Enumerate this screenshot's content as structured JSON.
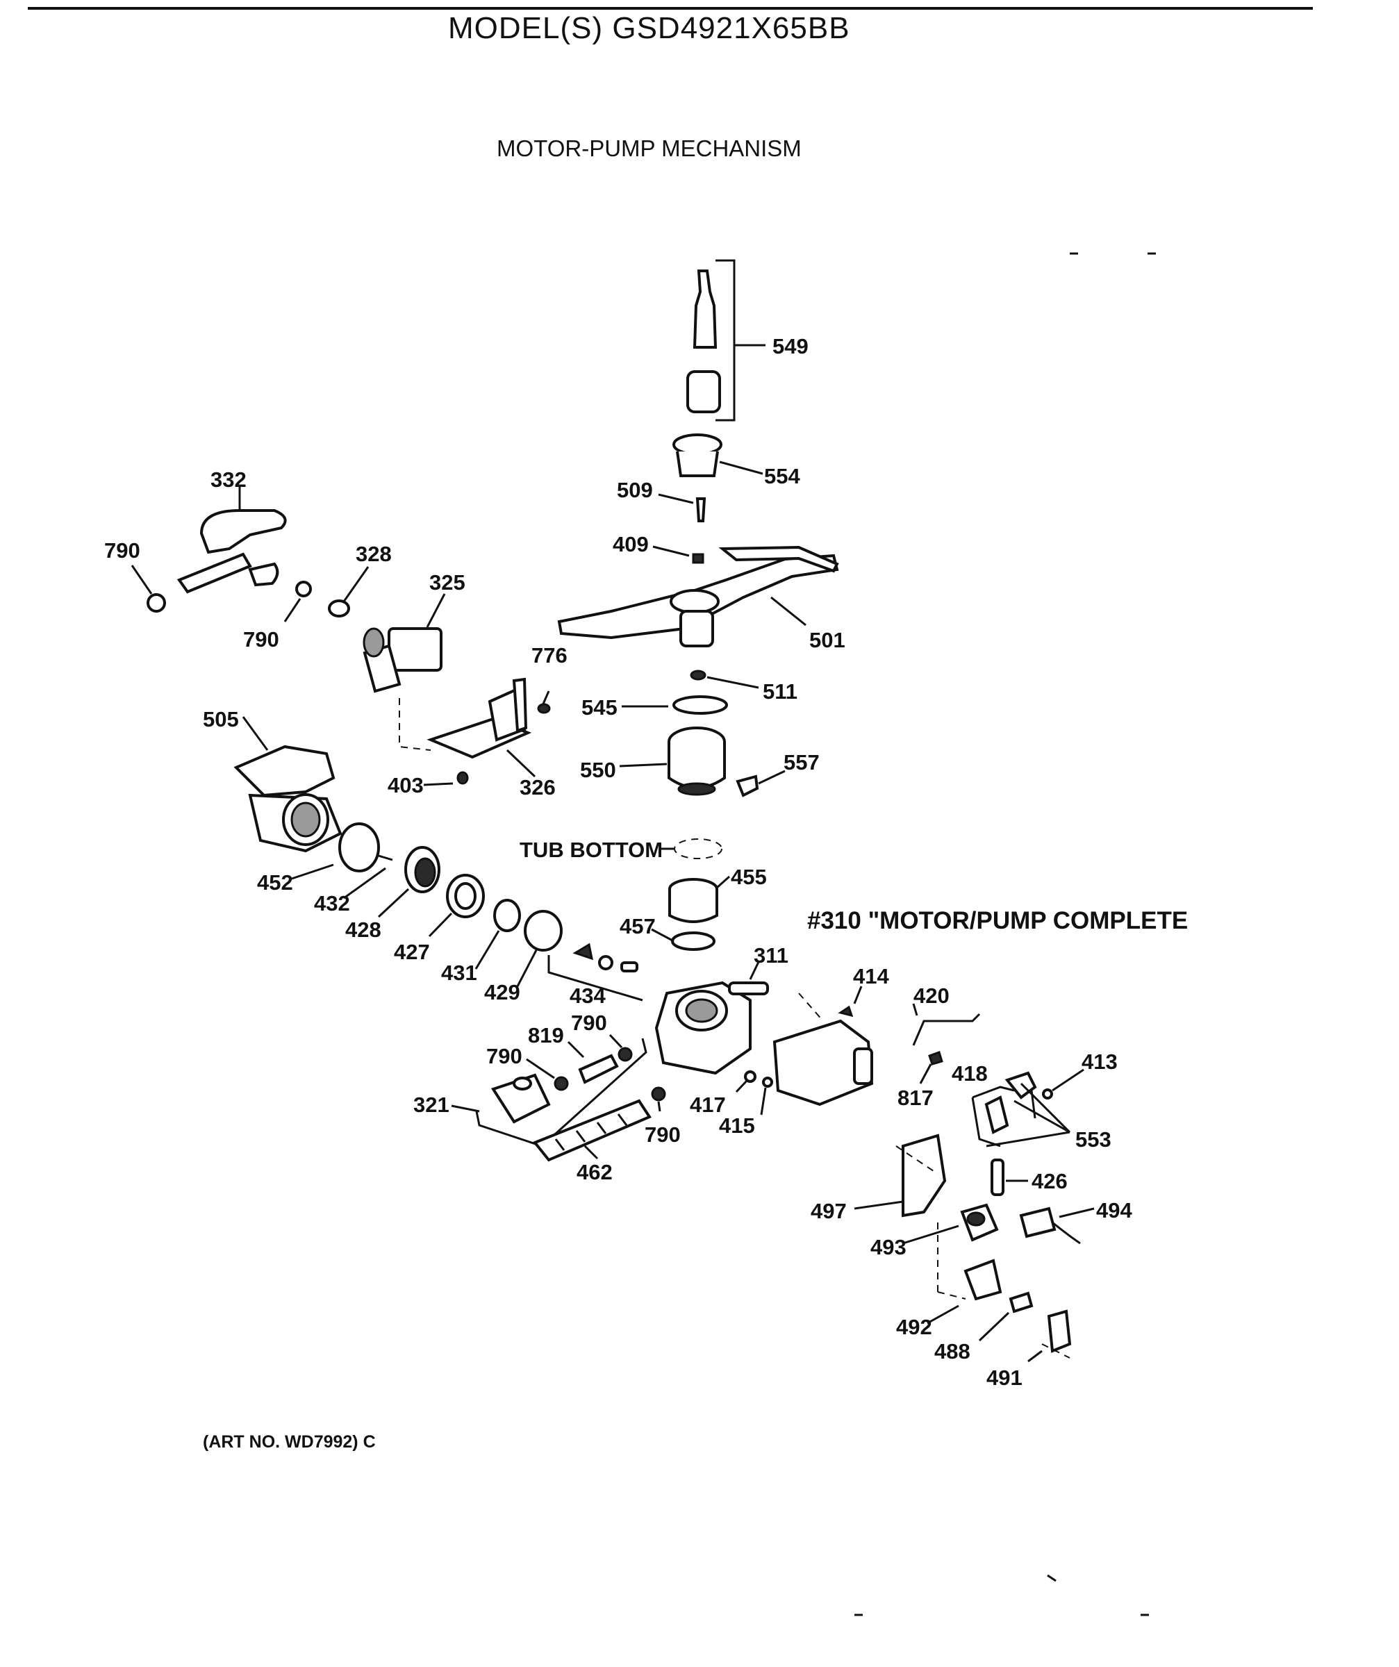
{
  "header": {
    "model": "MODEL(S) GSD4921X65BB",
    "section_title": "MOTOR-PUMP MECHANISM"
  },
  "notes": {
    "tub_bottom": "TUB BOTTOM",
    "motor_pump_complete": "#310 \"MOTOR/PUMP COMPLETE"
  },
  "footer": {
    "art_number": "(ART NO. WD7992) C"
  },
  "callouts": [
    "549",
    "554",
    "509",
    "409",
    "501",
    "511",
    "545",
    "550",
    "557",
    "332",
    "790",
    "328",
    "325",
    "790",
    "776",
    "505",
    "403",
    "326",
    "455",
    "457",
    "452",
    "432",
    "428",
    "427",
    "431",
    "429",
    "434",
    "311",
    "414",
    "420",
    "819",
    "790",
    "790",
    "321",
    "417",
    "415",
    "790",
    "817",
    "418",
    "413",
    "553",
    "462",
    "426",
    "497",
    "494",
    "493",
    "492",
    "488",
    "491"
  ]
}
